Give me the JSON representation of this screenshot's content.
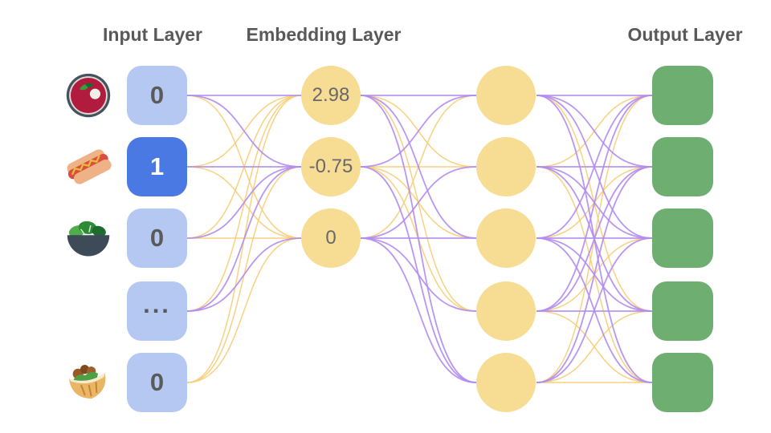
{
  "diagram": {
    "titles": {
      "input": "Input Layer",
      "embedding": "Embedding Layer",
      "output": "Output Layer"
    },
    "input_nodes": [
      {
        "icon": "borscht-bowl-icon",
        "value": "0",
        "active": false
      },
      {
        "icon": "hot-dog-icon",
        "value": "1",
        "active": true
      },
      {
        "icon": "salad-bowl-icon",
        "value": "0",
        "active": false
      },
      {
        "icon": "",
        "value": "...",
        "active": false
      },
      {
        "icon": "stuffed-flatbread-icon",
        "value": "0",
        "active": false
      }
    ],
    "embedding_nodes": [
      {
        "value": "2.98"
      },
      {
        "value": "-0.75"
      },
      {
        "value": "0"
      }
    ],
    "hidden_nodes_count": 5,
    "output_nodes_count": 5,
    "colors": {
      "title_gray": "#595959",
      "digit_gray": "#5a5a5a",
      "value_gray": "#686868",
      "node_blue_light": "#b4c8f1",
      "node_blue_active": "#4a79e4",
      "node_yellow": "#f7dc94",
      "node_green": "#6fae71",
      "edge_purple": "#b18bef",
      "edge_yellow": "#f7cc74"
    },
    "connections": {
      "input_to_embedding": [
        [
          "p",
          "p",
          "y"
        ],
        [
          "y",
          "p",
          "y"
        ],
        [
          "y",
          "p",
          "y"
        ],
        [
          "y",
          "p",
          "p"
        ],
        [
          "y",
          "y",
          "y"
        ]
      ],
      "embedding_to_hidden": [
        [
          "p",
          "y",
          "p",
          "y",
          "p"
        ],
        [
          "p",
          "y",
          "y",
          "y",
          "p"
        ],
        [
          "y",
          "p",
          "p",
          "p",
          "p"
        ]
      ],
      "hidden_to_output": [
        [
          "p",
          "p",
          "p",
          "y",
          "p"
        ],
        [
          "y",
          "p",
          "p",
          "p",
          "y"
        ],
        [
          "p",
          "y",
          "p",
          "p",
          "p"
        ],
        [
          "p",
          "p",
          "y",
          "p",
          "y"
        ],
        [
          "y",
          "p",
          "p",
          "y",
          "y"
        ]
      ]
    }
  }
}
